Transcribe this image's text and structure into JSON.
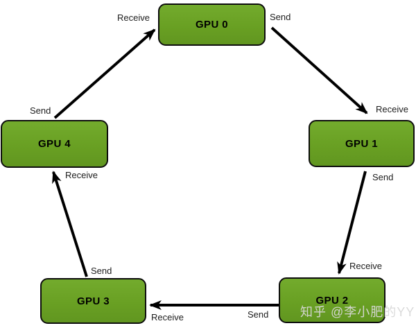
{
  "diagram": {
    "type": "ring-topology",
    "nodes": [
      {
        "label": "GPU 0"
      },
      {
        "label": "GPU 1"
      },
      {
        "label": "GPU 2"
      },
      {
        "label": "GPU 3"
      },
      {
        "label": "GPU 4"
      }
    ],
    "edges": [
      {
        "from": "GPU 0",
        "to": "GPU 1",
        "send_label": "Send",
        "receive_label": "Receive"
      },
      {
        "from": "GPU 1",
        "to": "GPU 2",
        "send_label": "Send",
        "receive_label": "Receive"
      },
      {
        "from": "GPU 2",
        "to": "GPU 3",
        "send_label": "Send",
        "receive_label": "Receive"
      },
      {
        "from": "GPU 3",
        "to": "GPU 4",
        "send_label": "Send",
        "receive_label": "Receive"
      },
      {
        "from": "GPU 4",
        "to": "GPU 0",
        "send_label": "Send",
        "receive_label": "Receive"
      }
    ],
    "watermark": "知乎 @李小肥的YY",
    "colors": {
      "node_fill": "#69a023",
      "node_border": "#0d0d0d",
      "arrow": "#000000",
      "edge_label_text": "#1c1c1c",
      "node_label_text": "#000000",
      "watermark_text": "#d9d9d9",
      "background": "#ffffff"
    }
  }
}
